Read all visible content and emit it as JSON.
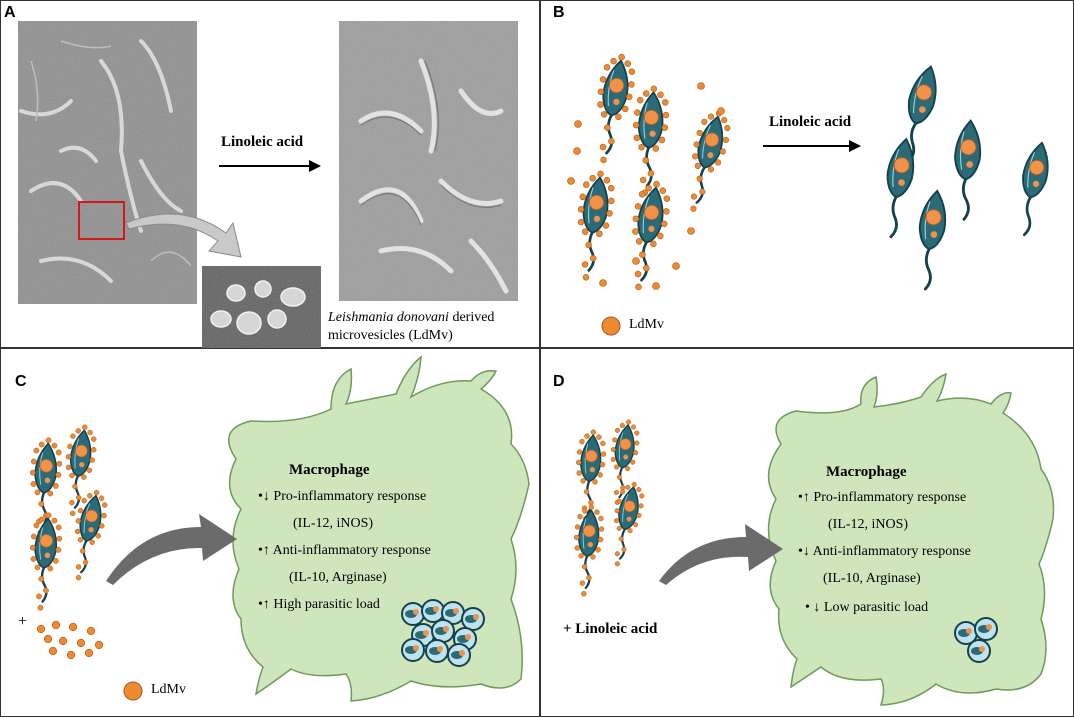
{
  "panels": {
    "a": {
      "letter": "A",
      "arrow_label": "Linoleic acid",
      "caption_italic": "Leishmania donovani",
      "caption_rest": " derived",
      "caption_line2": "microvesicles (LdMv)"
    },
    "b": {
      "letter": "B",
      "arrow_label": "Linoleic acid",
      "legend": "LdMv"
    },
    "c": {
      "letter": "C",
      "plus": "+",
      "legend": "LdMv",
      "title": "Macrophage",
      "lines": [
        "•↓ Pro-inflammatory response",
        "(IL-12, iNOS)",
        "•↑ Anti-inflammatory response",
        "(IL-10, Arginase)",
        "•↑ High parasitic load"
      ]
    },
    "d": {
      "letter": "D",
      "treatment": "+ Linoleic acid",
      "title": "Macrophage",
      "lines": [
        "•↑ Pro-inflammatory response",
        "(IL-12, iNOS)",
        "•↓ Anti-inflammatory response",
        "(IL-10, Arginase)",
        "• ↓ Low parasitic load"
      ]
    }
  },
  "colors": {
    "parasite_fill": "#2b6b78",
    "parasite_stroke": "#15414b",
    "nucleus": "#f0924a",
    "vesicle": "#ee8a32",
    "macrophage": "#cfe6bd",
    "macrophage_edge": "#6f9a5b",
    "curved_arrow": "#6b6b6b",
    "highlight_box": "#d11a1a"
  }
}
